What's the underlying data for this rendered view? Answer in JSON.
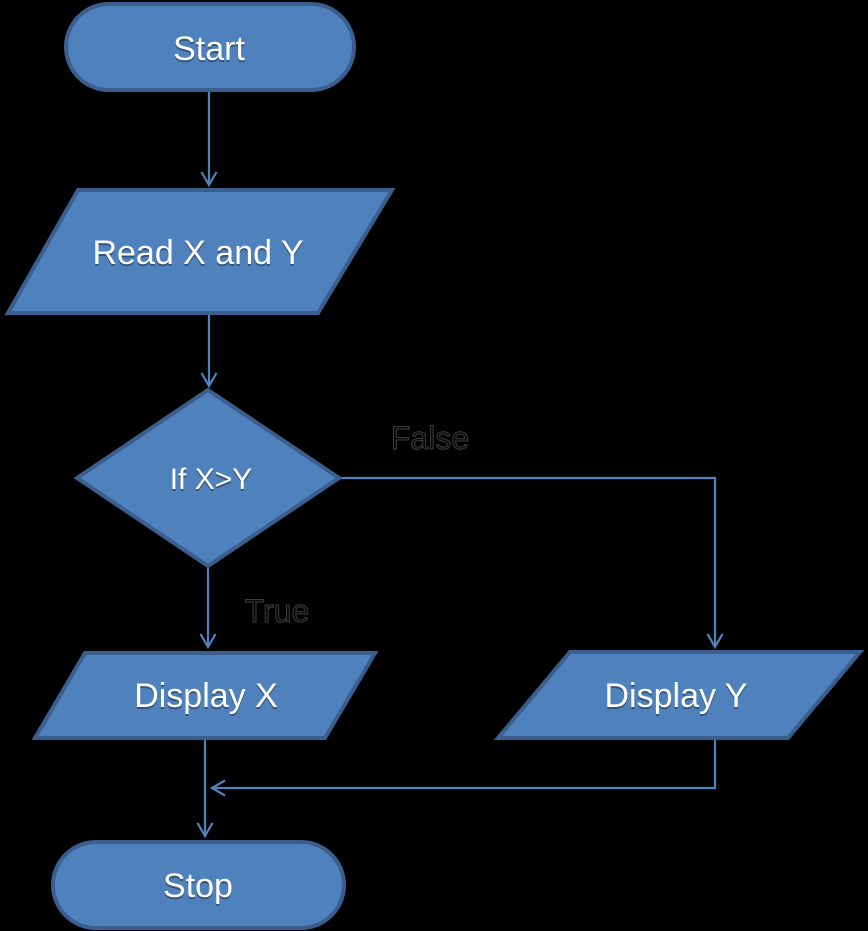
{
  "diagram": {
    "title": "flowchart-compare-x-y",
    "background": "#000000",
    "shape_fill": "#4f81bd",
    "shape_border": "#3a5f8e",
    "connector_color": "#5181bd",
    "text_color": "#ffffff",
    "branch_label_fill": "#0a0a0a",
    "branch_label_outline": "#3c3c3c",
    "nodes": {
      "start": {
        "type": "terminator",
        "label": "Start"
      },
      "read": {
        "type": "input-output",
        "label": "Read X and Y"
      },
      "decision": {
        "type": "decision",
        "label": "If X>Y"
      },
      "display_x": {
        "type": "input-output",
        "label": "Display X"
      },
      "display_y": {
        "type": "input-output",
        "label": "Display Y"
      },
      "stop": {
        "type": "terminator",
        "label": "Stop"
      }
    },
    "edges": {
      "true_label": "True",
      "false_label": "False"
    }
  }
}
